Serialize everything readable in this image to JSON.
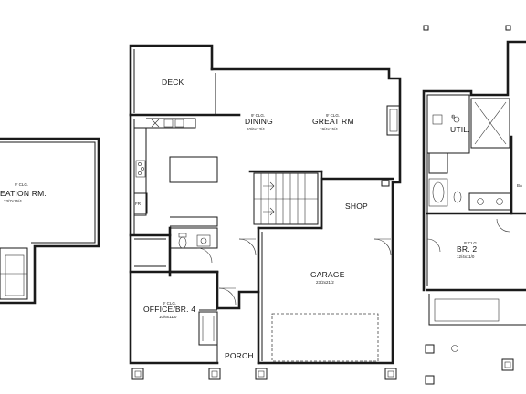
{
  "rooms": {
    "recreation": {
      "name": "EATION RM.",
      "ceiling": "9' CLG.",
      "size": "23/7x15/4"
    },
    "deck": {
      "name": "DECK"
    },
    "dining": {
      "name": "DINING",
      "ceiling": "9' CLG.",
      "size": "10/6x13/4"
    },
    "great_rm": {
      "name": "GREAT RM",
      "ceiling": "9' CLG.",
      "size": "19/4x15/4"
    },
    "shop": {
      "name": "SHOP"
    },
    "garage": {
      "name": "GARAGE",
      "size": "23/2x21/2"
    },
    "office": {
      "name": "OFFICE/BR. 4",
      "ceiling": "9' CLG.",
      "size": "10/6x11/0"
    },
    "porch": {
      "name": "PORCH"
    },
    "util": {
      "name": "UTIL."
    },
    "br2": {
      "name": "BR. 2",
      "ceiling": "9' CLG.",
      "size": "12/4x11/0"
    }
  },
  "labels": {
    "refrigerator": "FR",
    "bath_tag": "BA"
  }
}
